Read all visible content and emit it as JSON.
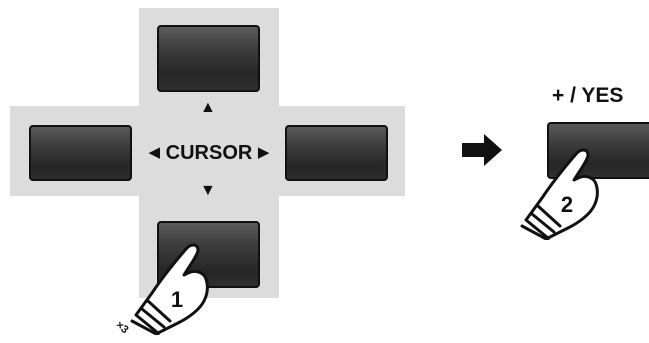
{
  "cursor_group": {
    "label": "CURSOR",
    "arrow_left": "◀",
    "arrow_right": "▶",
    "arrow_up": "▲",
    "arrow_down": "▼"
  },
  "step1": {
    "number": "1",
    "repeat": "×3"
  },
  "step2": {
    "number": "2"
  },
  "yes_button": {
    "label": "+ / YES"
  },
  "icons": [
    "finger-press-icon",
    "arrow-right-icon",
    "triangle-up-icon",
    "triangle-down-icon"
  ]
}
